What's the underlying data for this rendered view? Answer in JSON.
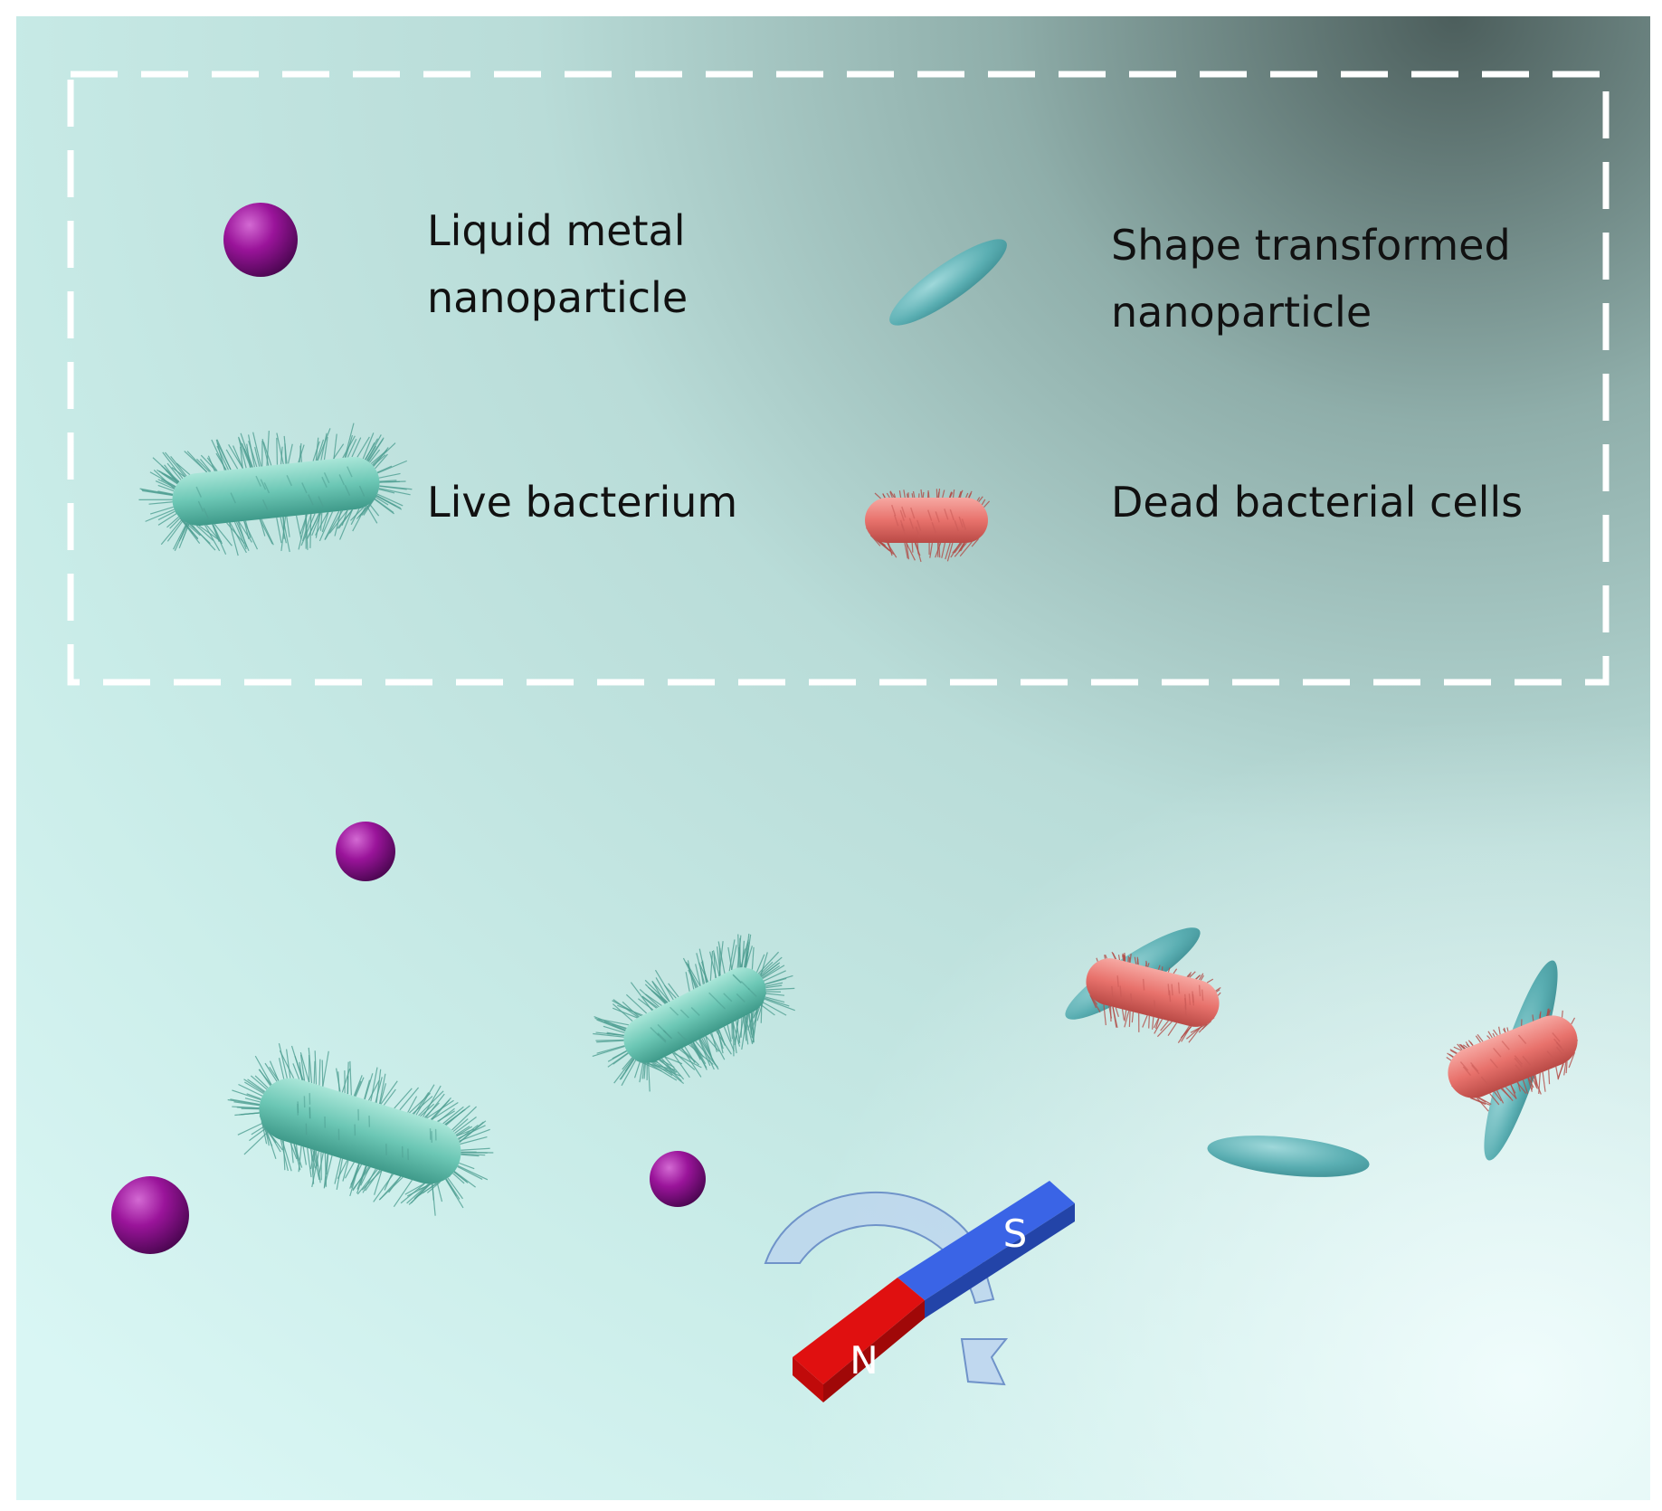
{
  "legend": {
    "liquid_metal": [
      "Liquid metal",
      "nanoparticle"
    ],
    "shape_transformed": [
      "Shape transformed",
      "nanoparticle"
    ],
    "live_bacterium": [
      "Live bacterium"
    ],
    "dead_cells": [
      "Dead bacterial cells"
    ]
  },
  "magnet": {
    "north_label": "N",
    "south_label": "S"
  },
  "colors": {
    "liquid_metal_particle": "#8e0f8e",
    "shape_transformed_particle": "#5fb5b8",
    "live_bacterium": "#6cc7b5",
    "dead_cell": "#e8726c",
    "magnet_north": "#e01010",
    "magnet_south": "#3a64e6",
    "rotation_arrow": "#bcd4ee",
    "legend_border": "#ffffff"
  }
}
